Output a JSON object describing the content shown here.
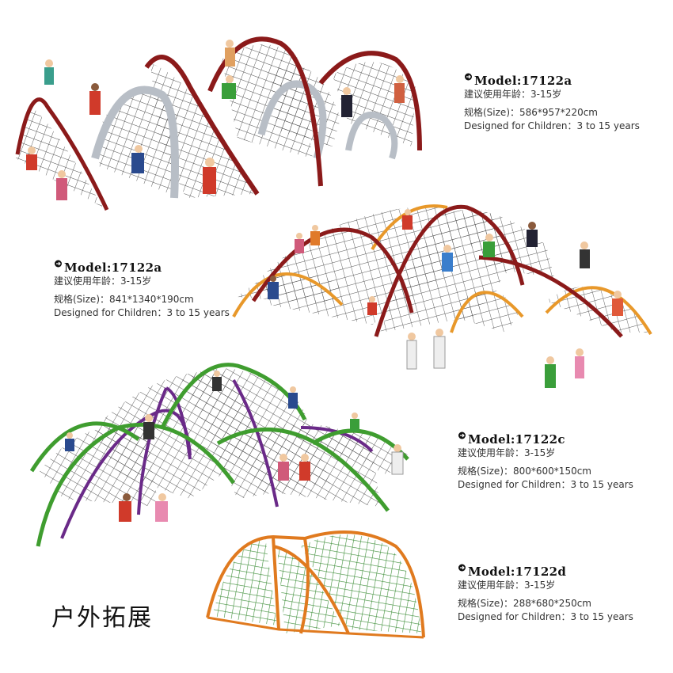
{
  "colors": {
    "background": "#ffffff",
    "net": "#4d4d4d",
    "frame_maroon": "#8b1a1a",
    "frame_silver": "#b8bec6",
    "frame_orange": "#e8982a",
    "frame_green": "#3f9d2f",
    "frame_purple": "#6a2a88",
    "frame_orange_d": "#e07a1f",
    "net_green": "#3f8f3a"
  },
  "products": [
    {
      "arrow_icon": "circled-arrow-icon",
      "model": "Model:17122a",
      "age": "建议使用年龄：3-15岁",
      "size": "规格(Size)：586*957*220cm",
      "designed": "Designed for Children：3 to 15 years"
    },
    {
      "arrow_icon": "circled-arrow-icon",
      "model": "Model:17122a",
      "age": "建议使用年龄：3-15岁",
      "size": "规格(Size)：841*1340*190cm",
      "designed": "Designed for Children：3 to 15 years"
    },
    {
      "arrow_icon": "circled-arrow-icon",
      "model": "Model:17122c",
      "age": "建议使用年龄：3-15岁",
      "size": "规格(Size)：800*600*150cm",
      "designed": "Designed for Children：3 to 15 years"
    },
    {
      "arrow_icon": "circled-arrow-icon",
      "model": "Model:17122d",
      "age": "建议使用年龄：3-15岁",
      "size": "规格(Size)：288*680*250cm",
      "designed": "Designed for Children：3 to 15 years"
    }
  ],
  "heading": "户外拓展"
}
